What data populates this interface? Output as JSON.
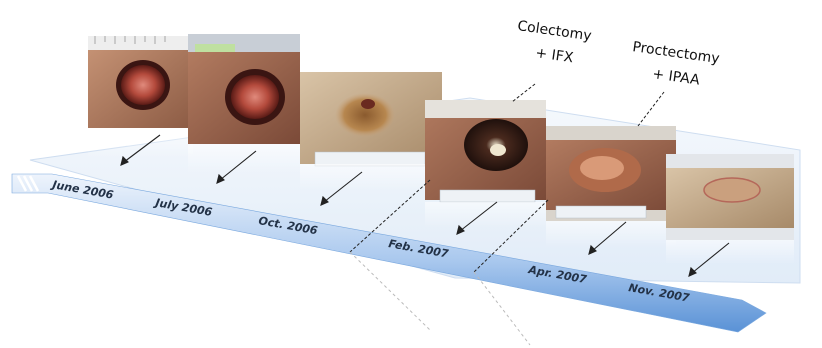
{
  "timeline": {
    "dates": [
      "June 2006",
      "July 2006",
      "Oct. 2006",
      "Feb. 2007",
      "Apr. 2007",
      "Nov. 2007"
    ]
  },
  "annotations": {
    "colectomy": [
      "Colectomy",
      "+ IFX"
    ],
    "proctectomy": [
      "Proctectomy",
      "+ IPAA"
    ]
  },
  "colors": {
    "arrow_light": "#e9f1fb",
    "arrow_dark": "#5b96d8",
    "platform": "#e8f1fb",
    "skin": "#b07d5e",
    "ulcer": "#7a2a20"
  }
}
